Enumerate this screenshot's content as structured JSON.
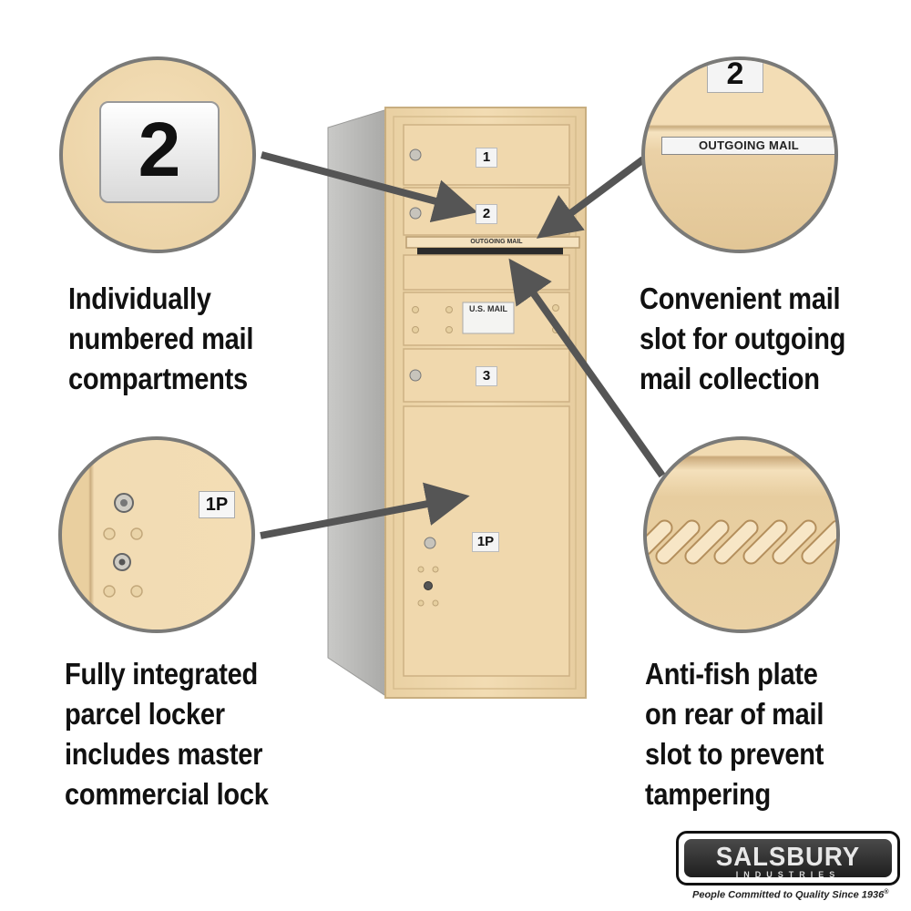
{
  "captions": {
    "top_left": [
      "Individually",
      "numbered mail",
      "compartments"
    ],
    "top_right": [
      "Convenient mail",
      "slot for outgoing",
      "mail collection"
    ],
    "bottom_left": [
      "Fully integrated",
      "parcel locker",
      "includes master",
      "commercial lock"
    ],
    "bottom_right": [
      "Anti-fish plate",
      "on rear of mail",
      "slot to prevent",
      "tampering"
    ]
  },
  "mailbox": {
    "door_labels": [
      "1",
      "2",
      "3"
    ],
    "parcel_label": "1P",
    "slot_label": "OUTGOING MAIL",
    "usmail_label": "U.S. MAIL"
  },
  "detail_circles": {
    "number_closeup": "2",
    "slot_closeup_number": "2",
    "slot_closeup_label": "OUTGOING MAIL",
    "parcel_closeup_label": "1P"
  },
  "brand": {
    "name": "SALSBURY",
    "sub": "INDUSTRIES",
    "tagline": "People Committed to Quality Since 1936",
    "tagline_mark": "®"
  },
  "colors": {
    "sandstone": "#efd8ae",
    "arrow": "#555555"
  }
}
